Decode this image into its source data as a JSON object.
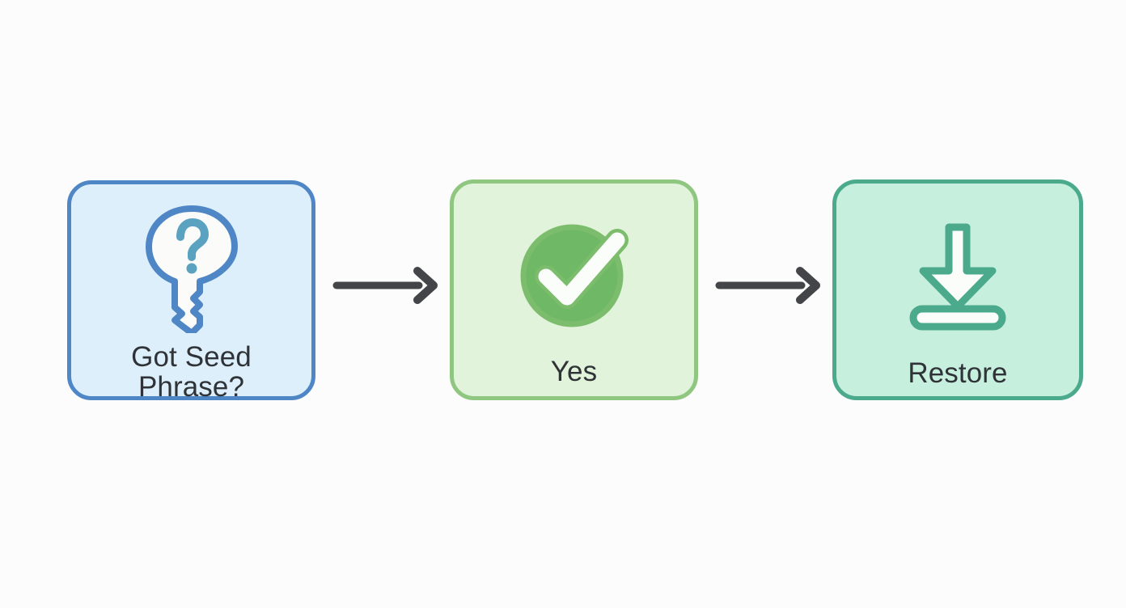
{
  "diagram": {
    "type": "flowchart",
    "orientation": "horizontal",
    "background_color": "#fcfcfc",
    "steps": [
      {
        "id": "seed-phrase",
        "label": "Got Seed\nPhrase?",
        "icon": "key-question-icon",
        "role": "decision",
        "fill_color": "#ddeffb",
        "border_color": "#4f86c6",
        "icon_stroke_color": "#4f86c6",
        "icon_fill_color": "#fbfbf9"
      },
      {
        "id": "yes",
        "label": "Yes",
        "icon": "check-circle-icon",
        "role": "answer",
        "fill_color": "#e1f3da",
        "border_color": "#8fc781",
        "icon_stroke_color": "#7cbd6d",
        "icon_fill_color": "#6fb865"
      },
      {
        "id": "restore",
        "label": "Restore",
        "icon": "download-restore-icon",
        "role": "action",
        "fill_color": "#c7efdd",
        "border_color": "#4ba98c",
        "icon_stroke_color": "#4ba98c",
        "icon_fill_color": "#fbfdfb"
      }
    ],
    "connectors": [
      {
        "id": "arrow-1",
        "from": "seed-phrase",
        "to": "yes",
        "label": "",
        "color": "#434548"
      },
      {
        "id": "arrow-2",
        "from": "yes",
        "to": "restore",
        "label": "",
        "color": "#434548"
      }
    ],
    "label_color": "#2f3337"
  }
}
